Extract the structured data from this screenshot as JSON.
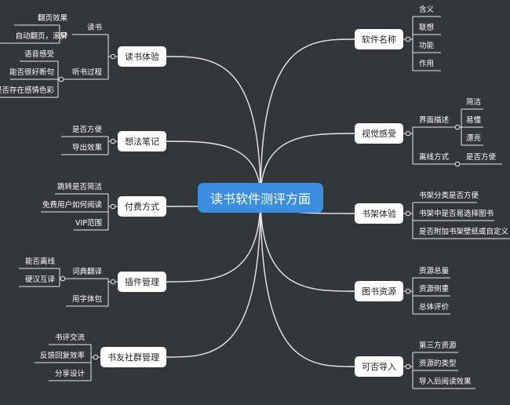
{
  "root": "读书软件测评方面",
  "right": [
    {
      "label": "软件名称",
      "children": [
        {
          "label": "含义"
        },
        {
          "label": "联想"
        },
        {
          "label": "功能"
        },
        {
          "label": "作用"
        }
      ]
    },
    {
      "label": "视觉感受",
      "children": [
        {
          "label": "界面描述",
          "children": [
            {
              "label": "简洁"
            },
            {
              "label": "易懂"
            },
            {
              "label": "漂亮"
            }
          ]
        },
        {
          "label": "离线方式",
          "children": [
            {
              "label": "是否方便"
            }
          ]
        }
      ]
    },
    {
      "label": "书架体验",
      "children": [
        {
          "label": "书架分类是否方便"
        },
        {
          "label": "书架中是否易选择图书"
        },
        {
          "label": "是否附加书架壁纸或自定义"
        }
      ]
    },
    {
      "label": "图书资源",
      "children": [
        {
          "label": "资源总量"
        },
        {
          "label": "资源侧重"
        },
        {
          "label": "总体评价"
        }
      ]
    },
    {
      "label": "可否导入",
      "children": [
        {
          "label": "第三方资源"
        },
        {
          "label": "资源的类型"
        },
        {
          "label": "导入后阅读效果"
        }
      ]
    }
  ],
  "left": [
    {
      "label": "读书体验",
      "children": [
        {
          "label": "读书",
          "children": [
            {
              "label": "翻页效果"
            },
            {
              "label": "自动翻页，滚屏"
            }
          ]
        },
        {
          "label": "听书过程",
          "children": [
            {
              "label": "语音感受"
            },
            {
              "label": "能否很好断句"
            },
            {
              "label": "是否存在感情色彩"
            }
          ]
        }
      ]
    },
    {
      "label": "想法笔记",
      "children": [
        {
          "label": "是否方便"
        },
        {
          "label": "导出效果"
        }
      ]
    },
    {
      "label": "付费方式",
      "children": [
        {
          "label": "跳转是否简洁"
        },
        {
          "label": "免费用户如何阅读"
        },
        {
          "label": "VIP范围"
        }
      ]
    },
    {
      "label": "插件管理",
      "children": [
        {
          "label": "词典翻译",
          "children": [
            {
              "label": "能否离线"
            },
            {
              "label": "硬汉互译"
            }
          ]
        },
        {
          "label": "用字体包"
        }
      ]
    },
    {
      "label": "书友社群管理",
      "children": [
        {
          "label": "书评交流"
        },
        {
          "label": "反馈回复效率"
        },
        {
          "label": "分享设计"
        }
      ]
    }
  ]
}
